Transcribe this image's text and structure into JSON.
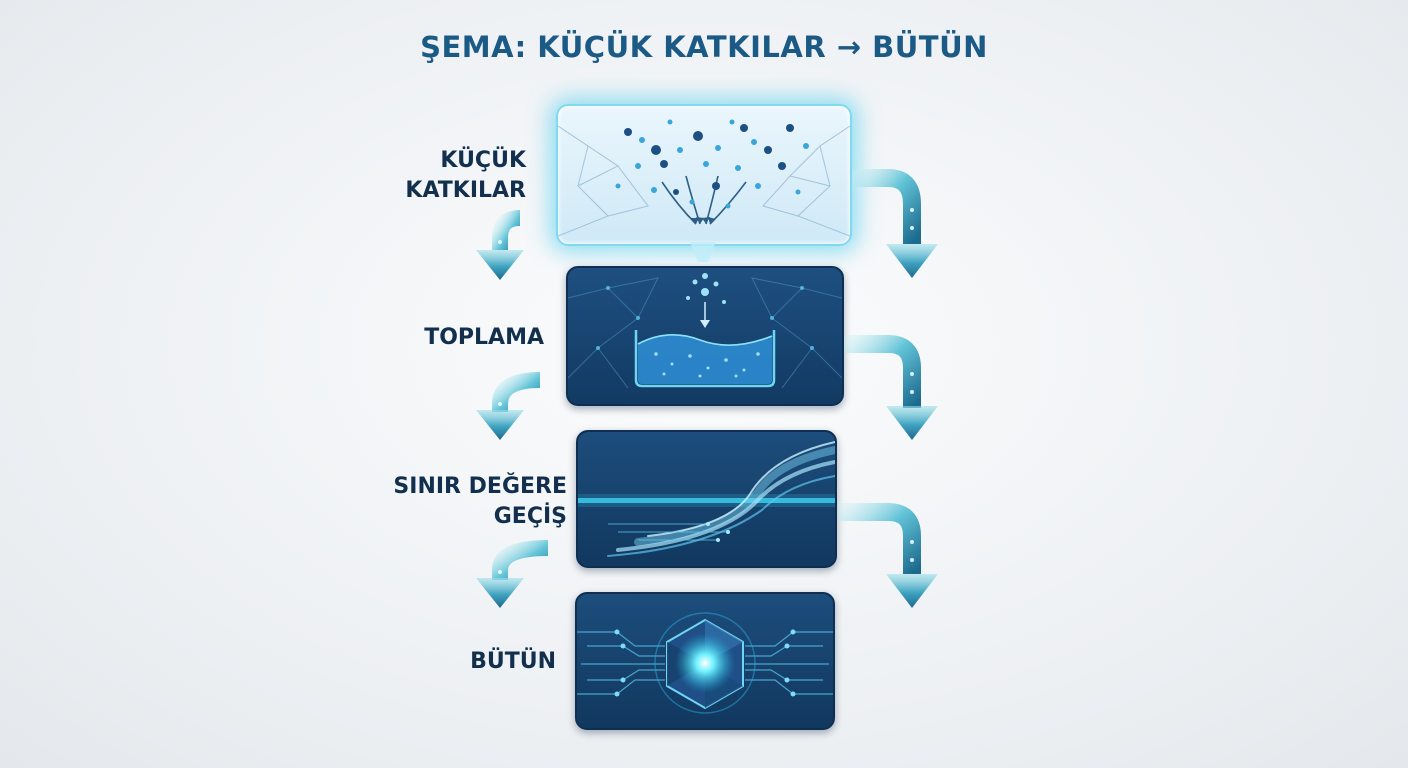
{
  "title": "ŞEMA: KÜÇÜK KATKILAR → BÜTÜN",
  "stages": [
    {
      "line1": "KÜÇÜK",
      "line2": "KATKILAR"
    },
    {
      "line1": "TOPLAMA",
      "line2": ""
    },
    {
      "line1": "SINIR DEĞERE",
      "line2": "GEÇİŞ"
    },
    {
      "line1": "BÜTÜN",
      "line2": ""
    }
  ],
  "colors": {
    "title": "#1c5a86",
    "label": "#12304e",
    "panel_dark": "#123a63",
    "glow": "#3cc8eb",
    "arrow_top": "#6fd0e0",
    "arrow_bottom": "#1e6f90"
  },
  "icons": [
    "particles-icon",
    "liquid-container-icon",
    "threshold-wave-icon",
    "crystal-core-icon",
    "down-arrow-icon"
  ]
}
